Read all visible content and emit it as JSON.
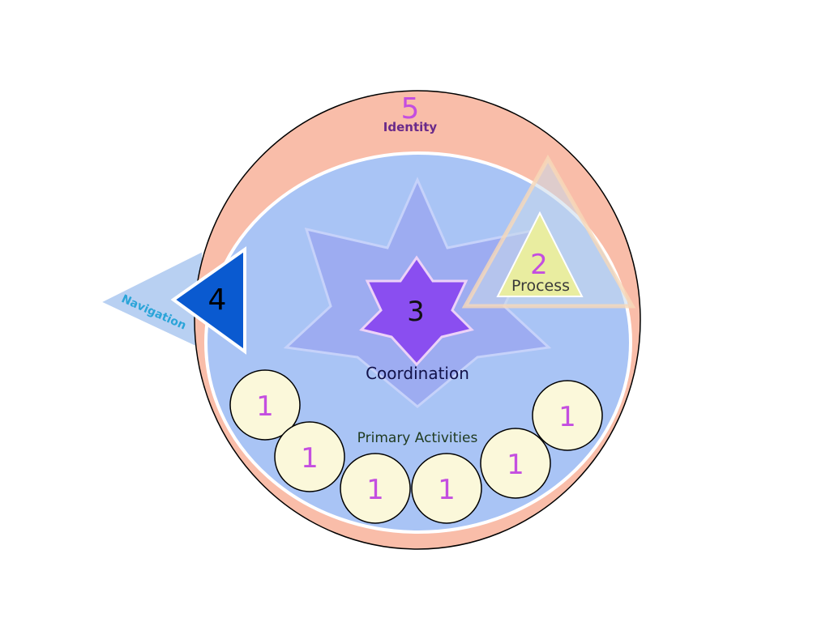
{
  "identity": {
    "number": "5",
    "label": "Identity"
  },
  "process": {
    "number": "2",
    "label": "Process"
  },
  "coordination": {
    "number": "3",
    "label": "Coordination"
  },
  "navigation": {
    "number": "4",
    "label": "Navigation"
  },
  "primary": {
    "label": "Primary Activities",
    "units": [
      "1",
      "1",
      "1",
      "1",
      "1",
      "1"
    ]
  },
  "colors": {
    "identity_fill": "#f9bda9",
    "inner_fill": "#a9c4f5",
    "star_outer": "#9ba8f0",
    "star_inner": "#8a4ef0",
    "process_fill": "#e9eda0",
    "navigation_fill": "#0a5ad0",
    "unit_fill": "#fbf8da",
    "accent_number": "#c44ee0"
  }
}
